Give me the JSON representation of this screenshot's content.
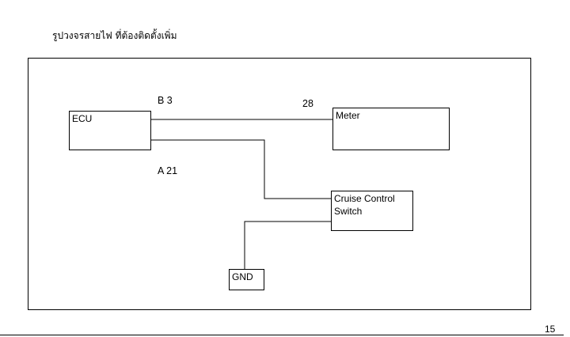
{
  "header": {
    "title": "รูปวงจรสายไฟ ที่ต้องติดตั้งเพิ่ม"
  },
  "diagram": {
    "blocks": {
      "ecu": "ECU",
      "meter": "Meter",
      "cruise_switch_line1": "Cruise Control",
      "cruise_switch_line2": "Switch",
      "gnd": "GND"
    },
    "pins": {
      "ecu_b3": "B 3",
      "ecu_a21": "A 21",
      "meter_28": "28"
    },
    "connections": [
      {
        "from": "ECU B 3",
        "to": "Meter 28"
      },
      {
        "from": "ECU A 21",
        "to": "Cruise Control Switch"
      },
      {
        "from": "Cruise Control Switch",
        "to": "GND"
      }
    ]
  },
  "footer": {
    "page_number": "15"
  }
}
